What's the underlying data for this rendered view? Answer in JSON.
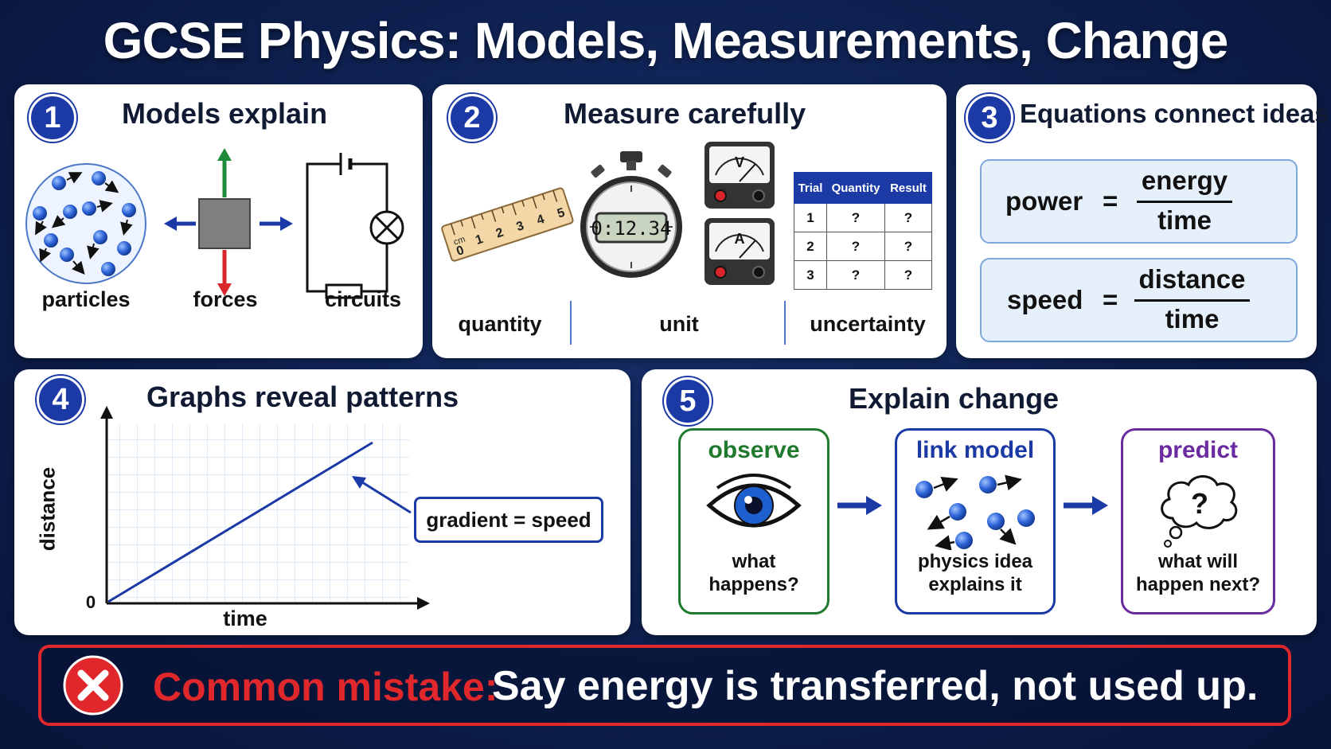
{
  "title": "GCSE Physics: Models, Measurements, Change",
  "panel1": {
    "number": "1",
    "title": "Models explain",
    "labels": [
      "particles",
      "forces",
      "circuits"
    ]
  },
  "panel2": {
    "number": "2",
    "title": "Measure carefully",
    "ruler_unit": "cm",
    "ruler_ticks": [
      "0",
      "1",
      "2",
      "3",
      "4",
      "5"
    ],
    "stopwatch_reading": "0:12.34",
    "voltmeter_symbol": "V",
    "ammeter_symbol": "A",
    "table": {
      "headers": [
        "Trial",
        "Quantity",
        "Result"
      ],
      "rows": [
        [
          "1",
          "?",
          "?"
        ],
        [
          "2",
          "?",
          "?"
        ],
        [
          "3",
          "?",
          "?"
        ]
      ]
    },
    "labels": [
      "quantity",
      "unit",
      "uncertainty"
    ]
  },
  "panel3": {
    "number": "3",
    "title": "Equations connect ideas",
    "equations": [
      {
        "lhs": "power",
        "eq": "=",
        "numerator": "energy",
        "denominator": "time"
      },
      {
        "lhs": "speed",
        "eq": "=",
        "numerator": "distance",
        "denominator": "time"
      }
    ]
  },
  "panel4": {
    "number": "4",
    "title": "Graphs reveal patterns",
    "ylabel": "distance",
    "xlabel": "time",
    "origin": "0",
    "annotation": "gradient = speed"
  },
  "panel5": {
    "number": "5",
    "title": "Explain change",
    "steps": [
      {
        "heading": "observe",
        "line1": "what",
        "line2": "happens?",
        "color": "#1f7a2e"
      },
      {
        "heading": "link model",
        "line1": "physics idea",
        "line2": "explains it",
        "color": "#1b3aa6"
      },
      {
        "heading": "predict",
        "line1": "what will",
        "line2": "happen next?",
        "color": "#6a2aa0",
        "bubble": "?"
      }
    ]
  },
  "mistake": {
    "label": "Common mistake:",
    "text": "Say energy is transferred, not used up.",
    "accent": "#e0272b"
  }
}
